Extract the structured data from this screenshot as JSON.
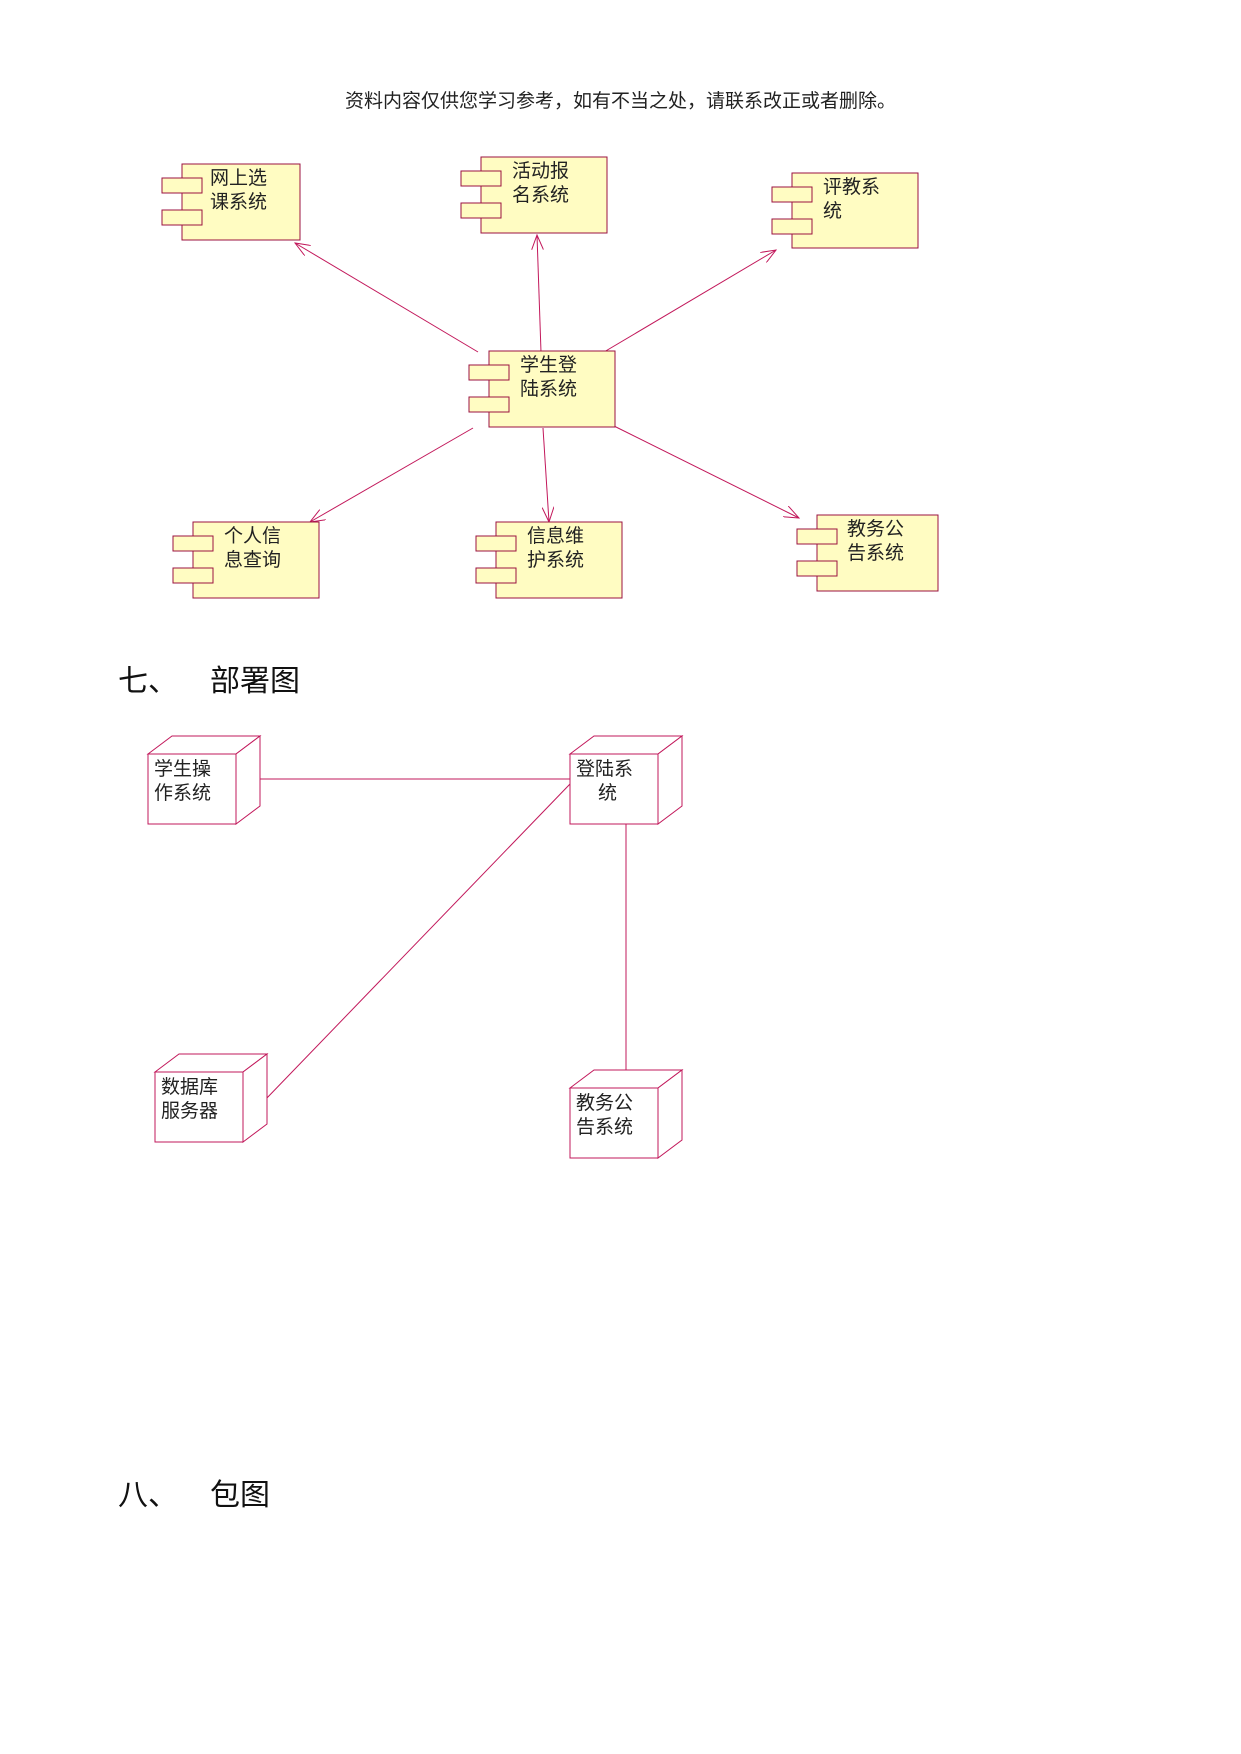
{
  "header": {
    "text": "资料内容仅供您学习参考，如有不当之处，请联系改正或者删除。"
  },
  "colors": {
    "line": "#c2185b",
    "box_fill": "#fffcc2",
    "box_stroke": "#9b1240"
  },
  "component_diagram": {
    "center": {
      "line1": "学生登",
      "line2": "陆系统"
    },
    "nodes": [
      {
        "line1": "网上选",
        "line2": "课系统"
      },
      {
        "line1": "活动报",
        "line2": "名系统"
      },
      {
        "line1": "评教系",
        "line2": "统"
      },
      {
        "line1": "个人信",
        "line2": "息查询"
      },
      {
        "line1": "信息维",
        "line2": "护系统"
      },
      {
        "line1": "教务公",
        "line2": "告系统"
      }
    ]
  },
  "section7": {
    "num": "七、",
    "title": "部署图"
  },
  "deployment_diagram": {
    "nodes": [
      {
        "line1": "学生操",
        "line2": "作系统"
      },
      {
        "line1": "登陆系",
        "line2": "统"
      },
      {
        "line1": "数据库",
        "line2": "服务器"
      },
      {
        "line1": "教务公",
        "line2": "告系统"
      }
    ]
  },
  "section8": {
    "num": "八、",
    "title": "包图"
  }
}
